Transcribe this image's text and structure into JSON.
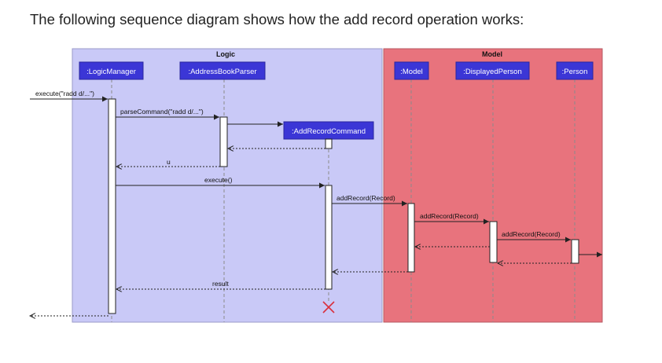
{
  "heading": "The following sequence diagram shows how the add record operation works:",
  "colors": {
    "logic_bg": "#c9c9f7",
    "model_bg": "#e8737d",
    "participant_box": "#3b36d6",
    "participant_text": "#ffffff",
    "destroy_mark": "#d9303c"
  },
  "boxes": {
    "logic": "Logic",
    "model": "Model"
  },
  "participants": {
    "logic_manager": ":LogicManager",
    "parser": ":AddressBookParser",
    "command": ":AddRecordCommand",
    "model": ":Model",
    "displayed_person": ":DisplayedPerson",
    "person": ":Person"
  },
  "messages": {
    "execute_input": "execute(\"radd d/...\")",
    "parse_command": "parseCommand(\"radd d/...\")",
    "return_u": "u",
    "execute": "execute()",
    "add_record_1": "addRecord(Record)",
    "add_record_2": "addRecord(Record)",
    "add_record_3": "addRecord(Record)",
    "result": "result"
  }
}
